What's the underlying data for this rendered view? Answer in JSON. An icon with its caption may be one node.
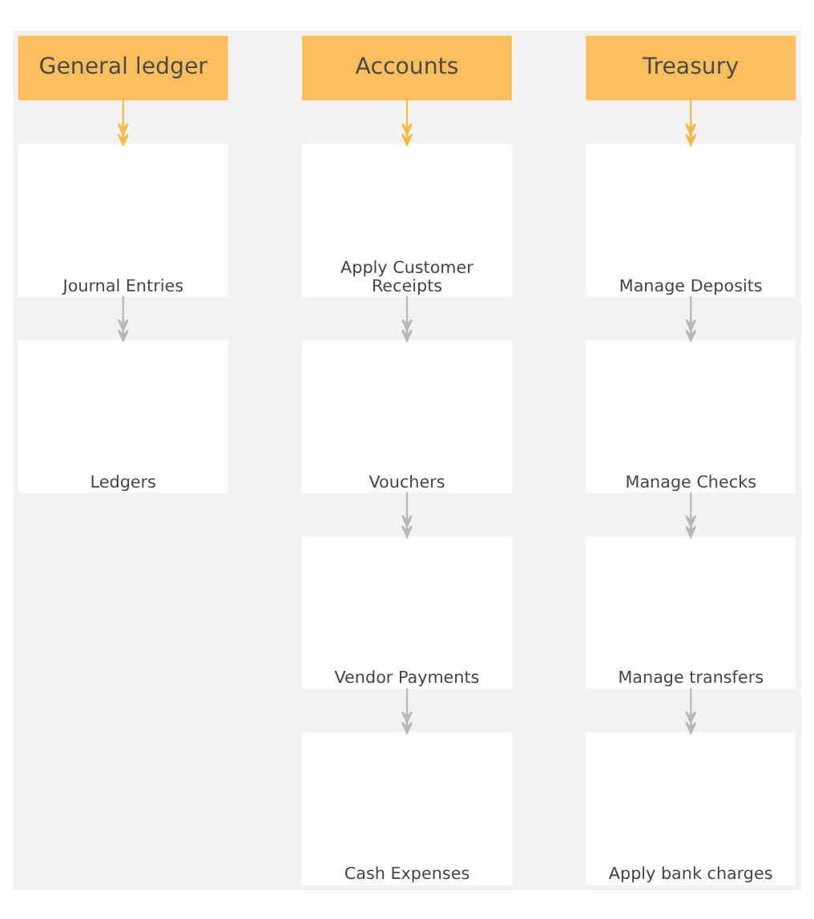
{
  "diagram": {
    "nodes": [
      {
        "text": [
          "General ledger"
        ]
      },
      {
        "text": [
          "Journal Entries"
        ]
      },
      {
        "text": [
          "Ledgers"
        ]
      },
      {
        "text": [
          "Accounts"
        ]
      },
      {
        "text": [
          "Apply Customer Receipts"
        ]
      },
      {
        "text": [
          "Vouchers"
        ]
      },
      {
        "text": [
          "Vendor Payments"
        ]
      },
      {
        "text": [
          "Cash Expenses"
        ]
      },
      {
        "text": [
          "Treasury"
        ]
      },
      {
        "text": [
          "Manage Deposits"
        ]
      },
      {
        "text": [
          "Manage Checks"
        ]
      },
      {
        "text": [
          "Manage transfers"
        ]
      },
      {
        "text": [
          "Apply bank charges"
        ]
      }
    ],
    "edges": [
      {
        "from": 0,
        "to": 1,
        "arrow": "to",
        "color": "#f5b843"
      },
      {
        "from": 1,
        "to": 2,
        "arrow": "to"
      },
      {
        "from": 3,
        "to": 4,
        "arrow": "to",
        "color": "#f5b843"
      },
      {
        "from": 4,
        "to": 5,
        "arrow": "to"
      },
      {
        "from": 5,
        "to": 6,
        "arrow": "to"
      },
      {
        "from": 6,
        "to": 7,
        "arrow": "to"
      },
      {
        "from": 8,
        "to": 9,
        "arrow": "to",
        "color": "#f5b843"
      },
      {
        "from": 9,
        "to": 10,
        "arrow": "to"
      },
      {
        "from": 10,
        "to": 11,
        "arrow": "to"
      },
      {
        "from": 11,
        "to": 12,
        "arrow": "to"
      }
    ]
  }
}
